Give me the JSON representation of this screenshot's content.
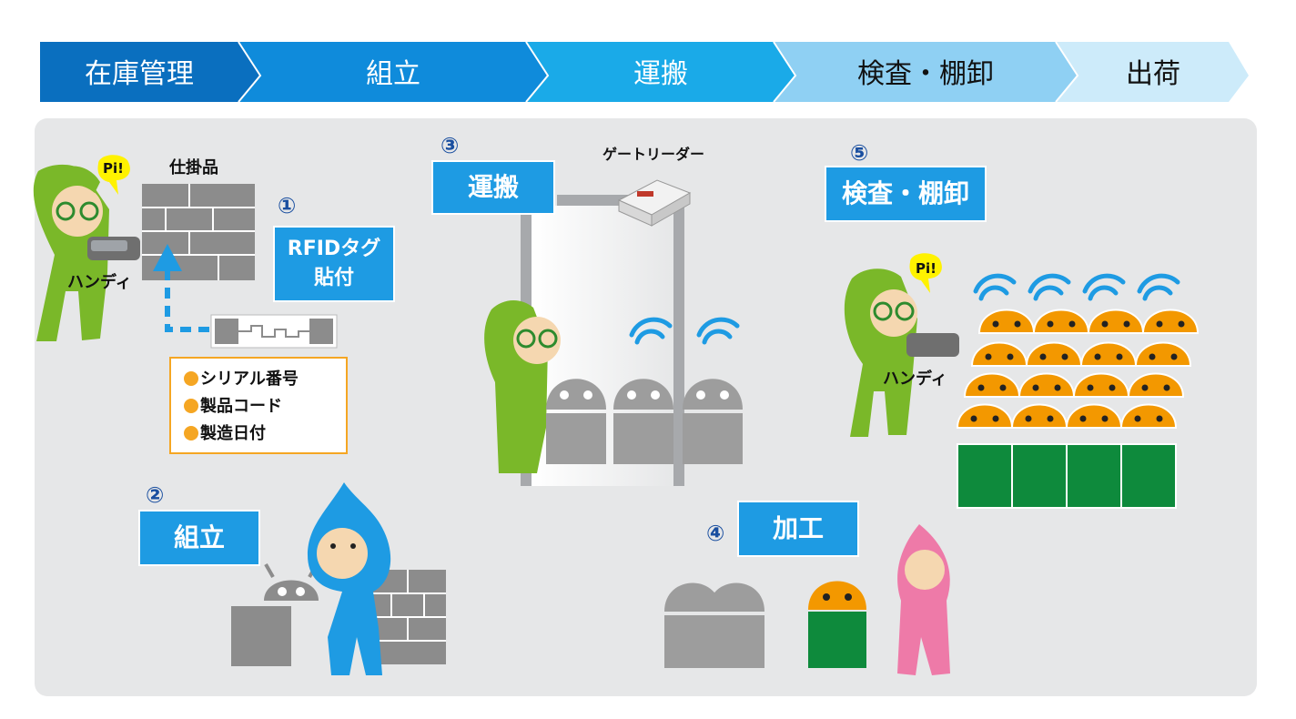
{
  "process_steps": [
    {
      "label": "在庫管理",
      "color": "#0a6fbf",
      "text_color": "#ffffff"
    },
    {
      "label": "組立",
      "color": "#0f8bdb",
      "text_color": "#ffffff"
    },
    {
      "label": "運搬",
      "color": "#1aaae8",
      "text_color": "#ffffff"
    },
    {
      "label": "検査・棚卸",
      "color": "#8fd0f3",
      "text_color": "#111111"
    },
    {
      "label": "出荷",
      "color": "#cdebfa",
      "text_color": "#111111"
    }
  ],
  "stage1": {
    "number": "①",
    "tag_line1": "RFIDタグ",
    "tag_line2": "貼付",
    "wip_label": "仕掛品",
    "handy_label": "ハンディ",
    "beep": "Pi!",
    "info_items": [
      "シリアル番号",
      "製品コード",
      "製造日付"
    ]
  },
  "stage2": {
    "number": "②",
    "tag": "組立"
  },
  "stage3": {
    "number": "③",
    "tag": "運搬",
    "gate_label": "ゲートリーダー"
  },
  "stage4": {
    "number": "④",
    "tag": "加工"
  },
  "stage5": {
    "number": "⑤",
    "tag": "検査・棚卸",
    "handy_label": "ハンディ",
    "beep": "Pi!"
  },
  "colors": {
    "panel": "#e6e7e8",
    "tag_blue": "#1e9be3",
    "character_green": "#7ab829",
    "character_blue": "#1e9be3",
    "character_pink": "#ee7aa8",
    "robot_gray": "#9d9d9d",
    "robot_orange": "#f39800",
    "robot_green": "#0e8a3c",
    "wifi_blue": "#1e9be3"
  }
}
